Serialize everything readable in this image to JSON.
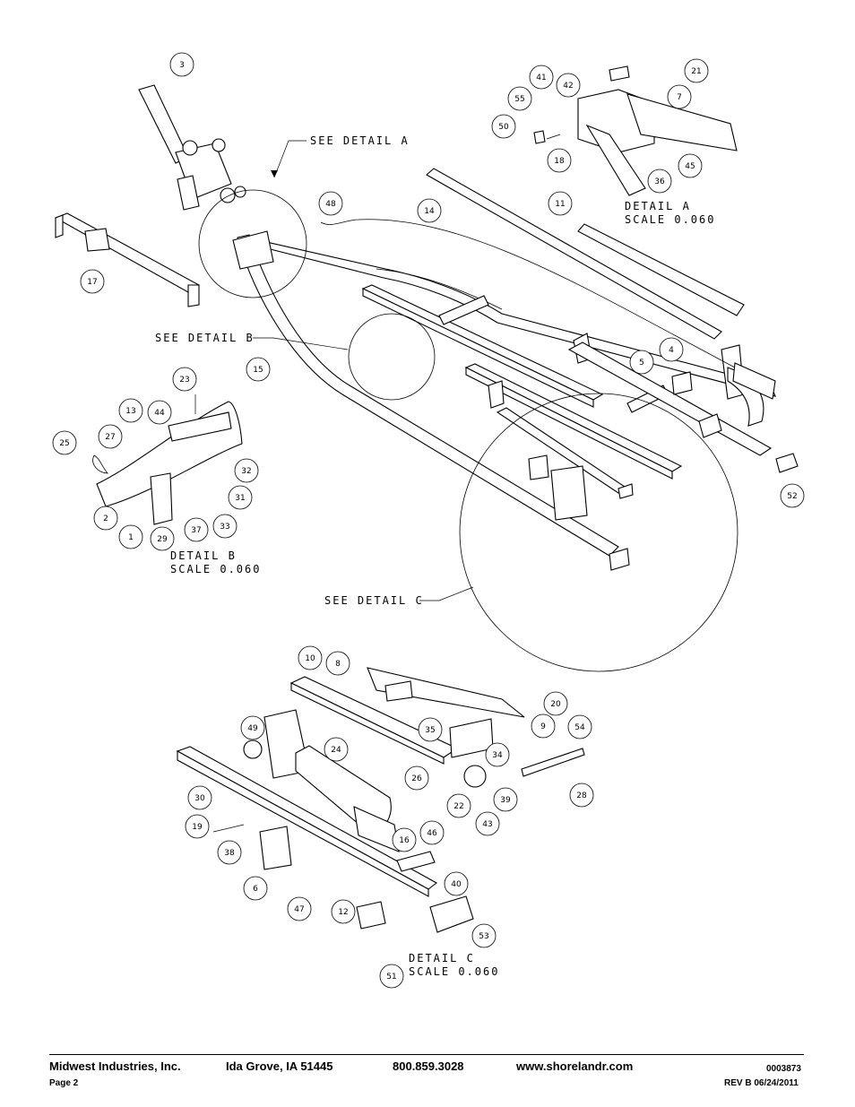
{
  "details": {
    "see_a": "SEE DETAIL A",
    "see_b": "SEE DETAIL B",
    "see_c": "SEE DETAIL C",
    "a_title": "DETAIL A",
    "a_scale": "SCALE 0.060",
    "b_title": "DETAIL B",
    "b_scale": "SCALE 0.060",
    "c_title": "DETAIL C",
    "c_scale": "SCALE 0.060"
  },
  "callouts": [
    "3",
    "17",
    "48",
    "14",
    "11",
    "15",
    "4",
    "5",
    "52",
    "41",
    "42",
    "55",
    "50",
    "18",
    "21",
    "7",
    "36",
    "45",
    "23",
    "13",
    "44",
    "27",
    "25",
    "32",
    "31",
    "2",
    "33",
    "37",
    "1",
    "29",
    "10",
    "8",
    "20",
    "49",
    "35",
    "9",
    "54",
    "24",
    "34",
    "26",
    "22",
    "43",
    "39",
    "28",
    "30",
    "19",
    "38",
    "16",
    "46",
    "6",
    "40",
    "47",
    "12",
    "53",
    "51"
  ],
  "footer": {
    "company": "Midwest Industries, Inc.",
    "city": "Ida Grove, IA  51445",
    "phone": "800.859.3028",
    "website": "www.shorelandr.com",
    "doc_number": "0003873",
    "page": "Page 2",
    "revision": "REV B 06/24/2011"
  }
}
